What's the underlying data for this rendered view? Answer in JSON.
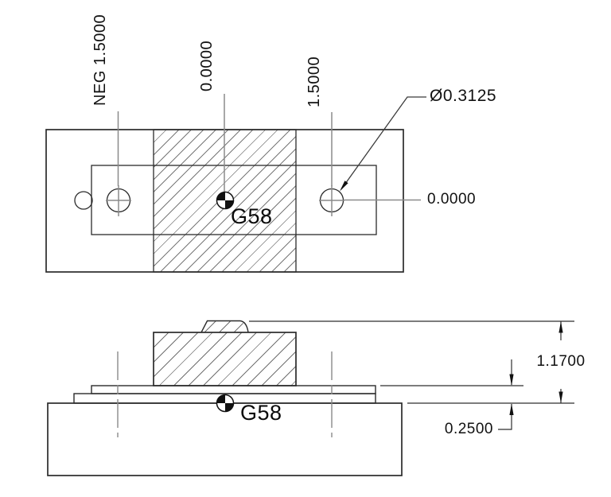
{
  "top_view": {
    "x_neg_label": "NEG 1.5000",
    "x_zero_label": "0.0000",
    "x_pos_label": "1.5000",
    "hole_diameter_label": "Ø0.3125",
    "y_zero_label": "0.0000",
    "work_offset_label": "G58"
  },
  "front_view": {
    "work_offset_label": "G58",
    "overall_height_label": "1.1700",
    "plate_thickness_label": "0.2500"
  },
  "icons": {
    "origin_marker": "wcs-origin-quadrant-circle"
  },
  "colors": {
    "outline": "#2b2b2b",
    "leader": "#8a8a8a",
    "hatch": "#787878",
    "text": "#111111",
    "background": "#ffffff"
  }
}
